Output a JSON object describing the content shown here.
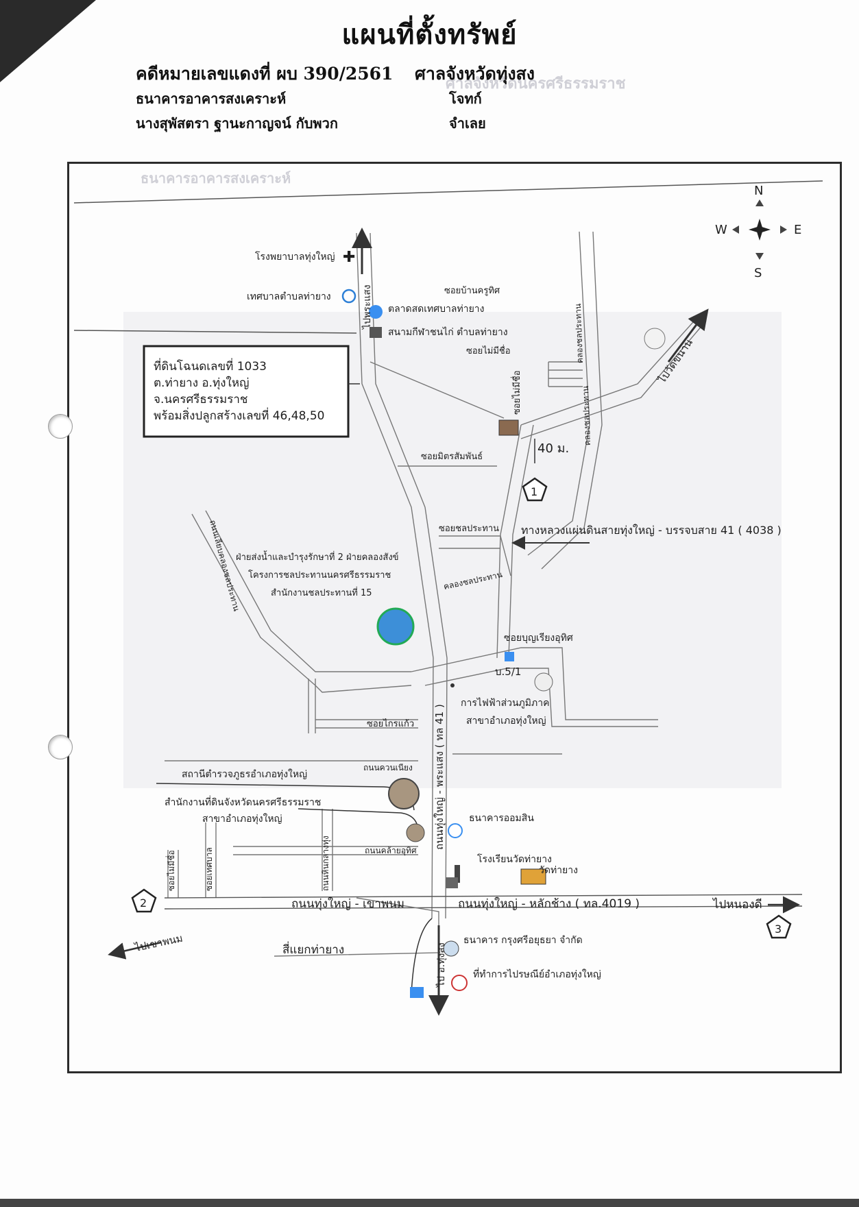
{
  "header": {
    "title": "แผนที่ตั้งทรัพย์",
    "case_no": "คดีหมายเลขแดงที่ ผบ 390/2561",
    "court": "ศาลจังหวัดทุ่งสง",
    "plaintiff": "ธนาคารอาคารสงเคราะห์",
    "plaintiff_role": "โจทก์",
    "defendant": "นางสุพัสตรา ฐานะกาญจน์ กับพวก",
    "defendant_role": "จำเลย"
  },
  "compass": {
    "n": "N",
    "s": "S",
    "e": "E",
    "w": "W"
  },
  "property_box": {
    "line1": "ที่ดินโฉนดเลขที่ 1033",
    "line2": "ต.ท่ายาง อ.ทุ่งใหญ่",
    "line3": "จ.นครศรีธรรมราช",
    "line4": "พร้อมสิ่งปลูกสร้างเลขที่ 46,48,50"
  },
  "labels": {
    "hospital": "โรงพยาบาลทุ่งใหญ่",
    "municipality": "เทศบาลตำบลท่ายาง",
    "fresh_market": "ตลาดสดเทศบาลท่ายาง",
    "cockfight": "สนามกีฬาชนไก่ ตำบลท่ายาง",
    "to_phrasaeng": "ไปพระแสง",
    "soi_ban_kru": "ซอยบ้านครูทิศ",
    "soi_maimi_chue1": "ซอยไม่มีชื่อ",
    "soi_maimi_chue2": "ซอยไม่มีชื่อ",
    "to_wat": "ไปวัดขนาน",
    "distance": "40 ม.",
    "soi_mitr": "ซอยมิตรสัมพันธ์",
    "soi_chon": "ซอยชลประทาน",
    "highway": "ทางหลวงแผ่นดินสายทุ่งใหญ่ - บรรจบสาย 41 ( 4038 )",
    "irrigation1": "ฝ่ายส่งน้ำและบำรุงรักษาที่ 2 ฝ่ายคลองสังข์",
    "irrigation2": "โครงการชลประทานนครศรีธรรมราช",
    "irrigation3": "สำนักงานชลประทานที่ 15",
    "canal_road": "คลองชลประทาน",
    "canal_road2": "ถนนเลียบคลองชลประทาน",
    "soi_boonriang": "ซอยบุญเรียงอุทิศ",
    "village": "บ.5/1",
    "pea1": "การไฟฟ้าส่วนภูมิภาค",
    "pea2": "สาขาอำเภอทุ่งใหญ่",
    "soi_krai": "ซอยไกรแก้ว",
    "police": "สถานีตำรวจภูธรอำเภอทุ่งใหญ่",
    "land_office1": "สำนักงานที่ดินจังหวัดนครศรีธรรมราช",
    "land_office2": "สาขาอำเภอทุ่งใหญ่",
    "road_kuan": "ถนนควนเนียง",
    "road_klai": "ถนนคล้ายอุทิศ",
    "gsb": "ธนาคารออมสิน",
    "school": "โรงเรียนวัดท่ายาง",
    "temple": "วัดท่ายาง",
    "main_road": "ถนนทุ่งใหญ่ - พระแสง ( ทล 41 )",
    "road_west": "ถนนทุ่งใหญ่ - เขาพนม",
    "road_east": "ถนนทุ่งใหญ่ - หลักช้าง ( ทล.4019 )",
    "to_nongdi": "ไปหนองดี",
    "to_khaophanom": "ไปเขาพนม",
    "intersection": "สี่แยกท่ายาง",
    "to_thungsong": "ไป อ.ทุ่งสง",
    "krungsri": "ธนาคาร กรุงศรีอยุธยา จำกัด",
    "post": "ที่ทำการไปรษณีย์อำเภอทุ่งใหญ่",
    "soi_nameless_w": "ซอยไม่มีชื่อ",
    "soi_w2": "ซอยเทศบาล",
    "road_w3": "ถนนหินกลางทุ่ง"
  },
  "route_markers": {
    "m1": "1",
    "m2": "2",
    "m3": "3"
  },
  "ghost_text": {
    "g1": "ศาลจังหวัดนครศรีธรรมราช",
    "g2": "ธนาคารอาคารสงเคราะห์"
  }
}
